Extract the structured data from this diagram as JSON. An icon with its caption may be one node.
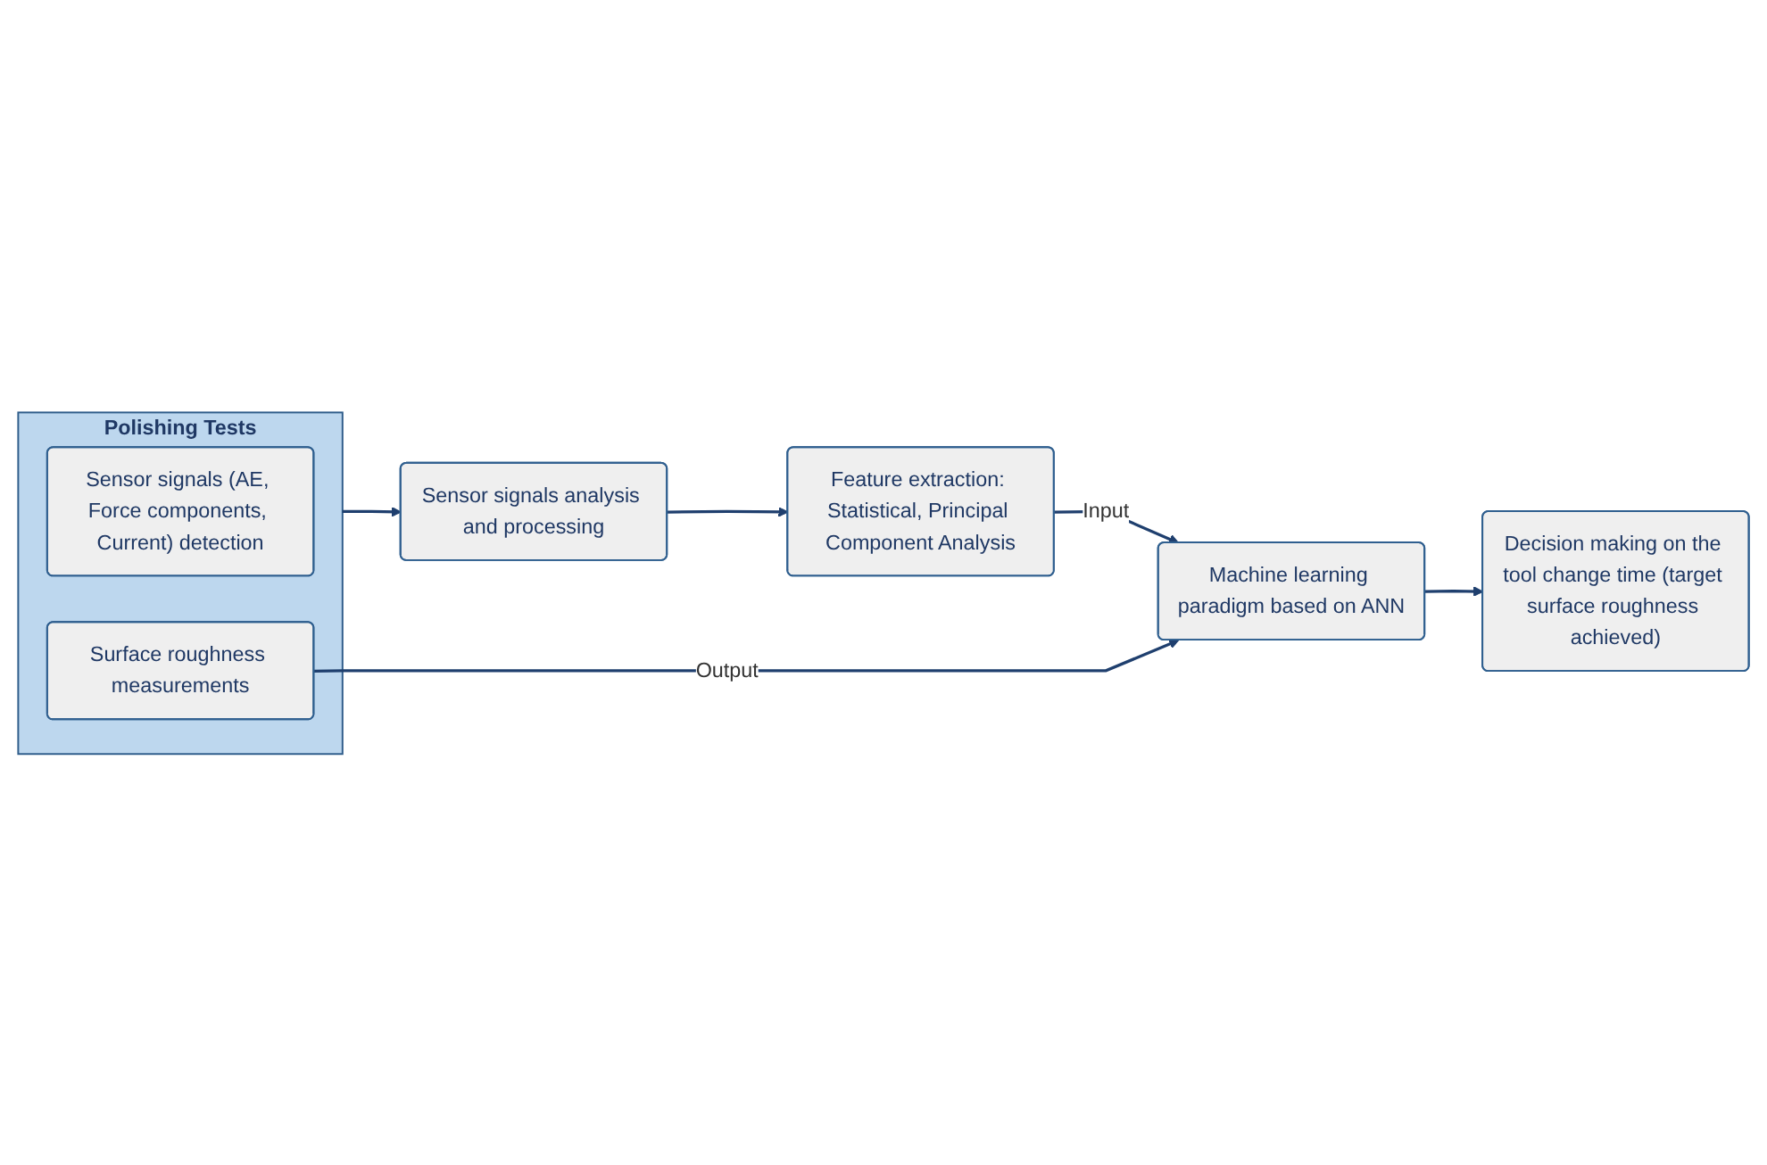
{
  "diagram": {
    "nodes": [
      {
        "text": [
          "Polishing Tests"
        ]
      },
      {
        "text": [
          "Sensor signals (AE, Force components, Current) detection"
        ],
        "in": 0
      },
      {
        "text": [
          "Surface roughness measurements"
        ],
        "in": 0
      },
      {
        "text": [
          "Sensor signals analysis and processing"
        ]
      },
      {
        "text": [
          "Feature extraction: Statistical, Principal Component Analysis"
        ]
      },
      {
        "text": [
          "Machine learning paradigm based on ANN"
        ]
      },
      {
        "text": [
          "Decision making on the tool change time (target surface roughness achieved)"
        ]
      }
    ],
    "edges": [
      {
        "from": 0,
        "to": 3,
        "arrow": "to"
      },
      {
        "from": 3,
        "to": 4,
        "arrow": "to"
      },
      {
        "from": 4,
        "to": 5,
        "arrow": "to",
        "label": "Input"
      },
      {
        "from": 2,
        "to": 5,
        "arrow": "to",
        "label": "Output"
      },
      {
        "from": 5,
        "to": 6,
        "arrow": "to"
      }
    ]
  }
}
